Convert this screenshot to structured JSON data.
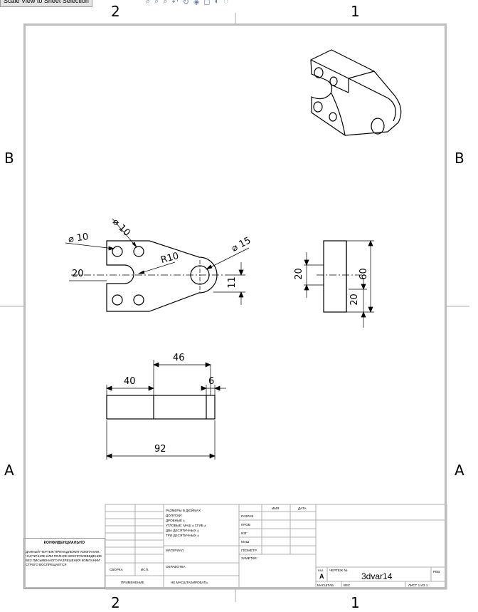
{
  "toolbar": {
    "button_label": "Scale View to Sheet Selection",
    "icons": [
      "zoom-to-fit-icon",
      "zoom-area-icon",
      "zoom-in-icon",
      "previous-view-icon",
      "rotate-icon",
      "view-orientation-icon",
      "display-style-icon",
      "hide-show-icon",
      "appearance-icon"
    ]
  },
  "zones": {
    "top_left": "2",
    "top_right": "1",
    "bottom_left": "2",
    "bottom_right": "1",
    "left_upper": "B",
    "left_lower": "A",
    "right_upper": "B",
    "right_lower": "A"
  },
  "front_view": {
    "dim_small_holes": "⌀ 10",
    "dim_small_holes_2": "⌀ 10",
    "dim_big_hole": "⌀ 15",
    "radius": "R10",
    "slot_width": "20",
    "center_offset": "11"
  },
  "side_view": {
    "height_20": "20",
    "height_60": "60",
    "lower_20": "20"
  },
  "top_view": {
    "dim_40": "40",
    "dim_46": "46",
    "dim_6": "6",
    "overall_92": "92"
  },
  "confidential": {
    "title": "КОНФИДЕНЦИАЛЬНО",
    "text": "ДАННЫЙ ЧЕРТЕЖ ПРИНАДЛЕЖИТ КОМПАНИИ. ЧАСТИЧНОЕ ИЛИ ПОЛНОЕ ВОСПРОИЗВЕДЕНИЕ БЕЗ ПИСЬМЕННОГО РАЗРЕШЕНИЯ КОМПАНИИ СТРОГО ВОСПРЕЩАЕТСЯ"
  },
  "title_block": {
    "notes_1": "РАЗМЕРЫ В ДЮЙМАХ",
    "notes_2": "ДОПУСКИ:",
    "notes_3": "ДРОБНЫЕ ±",
    "notes_4": "УГЛОВЫЕ: МАШ ±   СГИБ ±",
    "notes_5": "ДВА ДЕСЯТИЧНЫХ  ±",
    "notes_6": "ТРИ ДЕСЯТИЧНЫХ  ±",
    "material": "МАТЕРИАЛ",
    "finish": "ОБРАБОТКА",
    "next_assy": "СБОРКА",
    "used_on": "ИСП.",
    "application": "ПРИМЕНЕНИЕ",
    "do_not_scale": "НЕ МАСШТАБИРОВАТЬ",
    "name_col": "ИМЯ",
    "date_col": "ДАТА",
    "drawn": "РАЗРАБ",
    "checked": "ПРОВ",
    "eng_appr": "ИЗГ",
    "mfg_appr": "МАШ",
    "qa": "ГЕОМЕТР",
    "comments": "ЗАМЕТКИ:",
    "size_label": "РАЗ",
    "size": "A",
    "dwg_no_label": "ЧЕРТЕЖ №",
    "dwg_no": "3dvar14",
    "rev_label": "РЕВ.",
    "scale_label": "МАСШТАБ",
    "weight_label": "ВЕС",
    "sheet_label": "ЛИСТ 1 ИЗ 1"
  }
}
